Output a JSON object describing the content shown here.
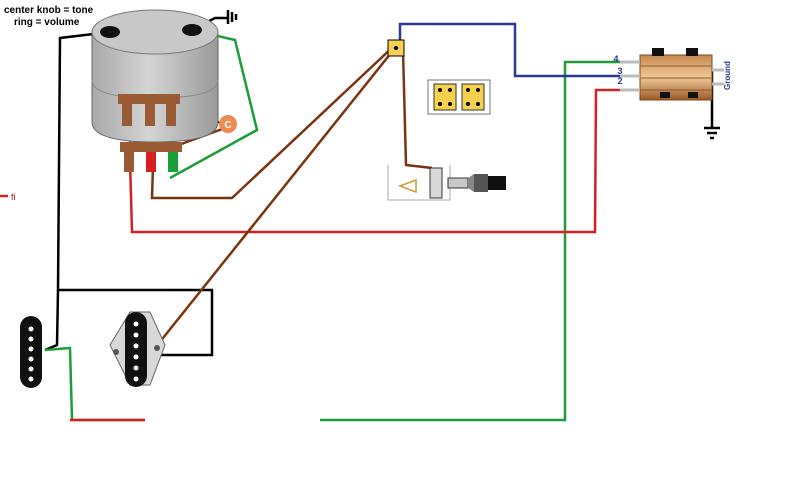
{
  "notes": {
    "line1": "center knob = tone",
    "line2": "ring = volume"
  },
  "cap_label": "C",
  "switch_terminals": [
    "4",
    "3",
    "2"
  ],
  "ground_label": "Ground",
  "edge_text": "fi",
  "wire_colors": {
    "black": "#000000",
    "green": "#1a9e3a",
    "red": "#d62020",
    "brown": "#7a3412",
    "blue": "#2a3a9a",
    "magenta": "#d838d8"
  }
}
